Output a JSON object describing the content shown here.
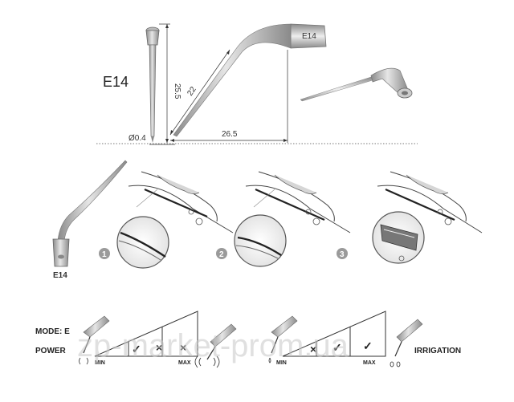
{
  "product": {
    "code": "E14",
    "tip_marking": "E14",
    "shank_marking": "E14"
  },
  "dimensions": {
    "height": "25.5",
    "length": "22",
    "reach": "26.5",
    "diameter": "Ø0.4"
  },
  "steps": [
    {
      "number": "1"
    },
    {
      "number": "2"
    },
    {
      "number": "3"
    }
  ],
  "settings": {
    "mode_label": "MODE: E",
    "power_label": "POWER",
    "irrigation_label": "IRRIGATION",
    "power_scale": {
      "min": "MIN",
      "max": "MAX",
      "marks": [
        "✓",
        "×",
        "×"
      ]
    },
    "irrigation_scale": {
      "min": "MIN",
      "max": "MAX",
      "marks": [
        "×",
        "✓",
        "✓"
      ]
    }
  },
  "watermark": "zp-market-prom.ua",
  "colors": {
    "metal": "#b8b8b8",
    "metal_dark": "#6e6e6e",
    "step_badge": "#9a9a9a",
    "line": "#333333"
  }
}
